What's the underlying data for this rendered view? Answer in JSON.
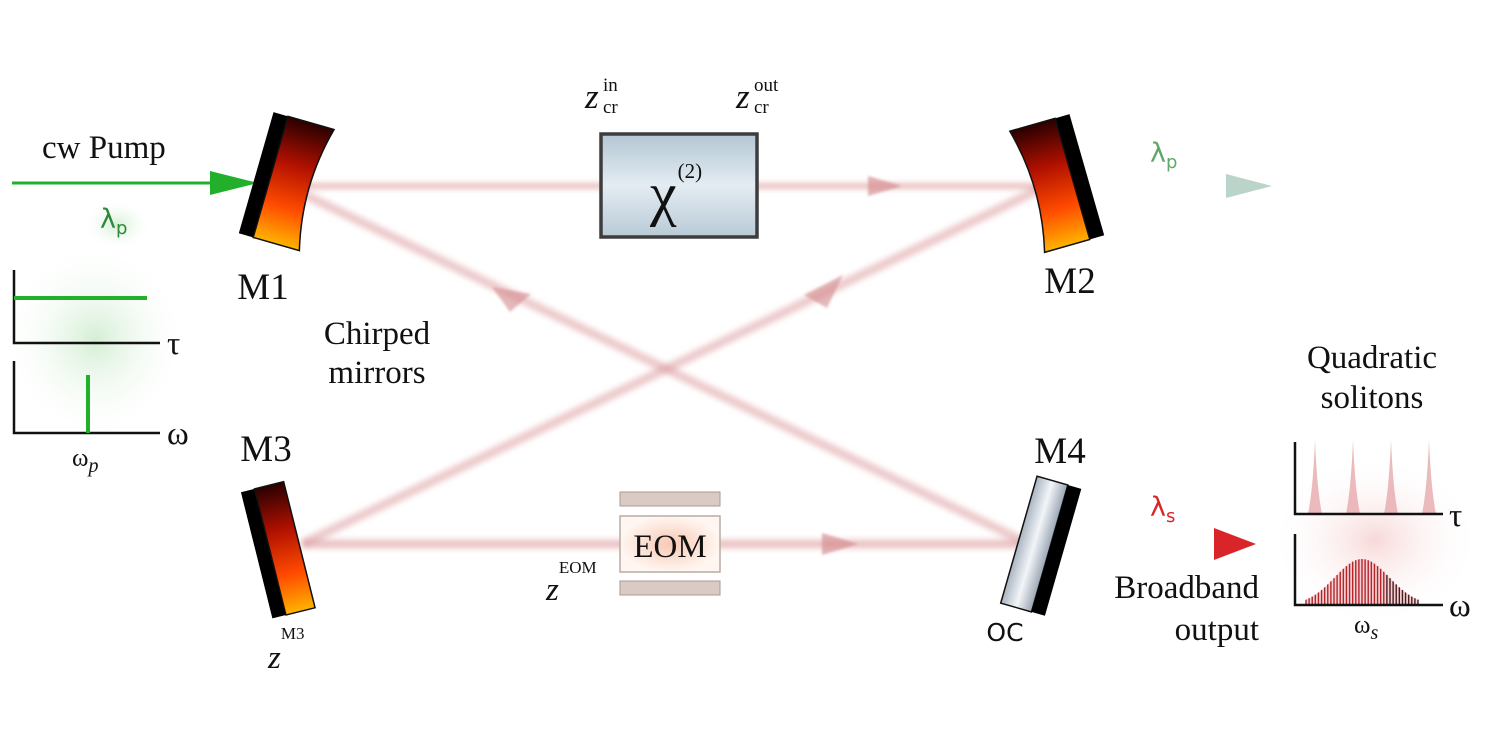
{
  "pump": {
    "title": "cw Pump",
    "lambda_symbol": "λ",
    "lambda_sub": "p",
    "color": "#22b02c"
  },
  "pump_plots": {
    "time_axis_label": "τ",
    "freq_axis_label": "ω",
    "freq_tick_symbol": "ω",
    "freq_tick_sub": "p"
  },
  "mirrors": {
    "m1": "M1",
    "m2": "M2",
    "m3": "M3",
    "m4": "M4",
    "oc": "OC",
    "chirped_line1": "Chirped",
    "chirped_line2": "mirrors"
  },
  "crystal": {
    "chi_symbol": "χ",
    "chi_order": "(2)",
    "z_symbol": "z",
    "z_in_sup": "in",
    "z_in_sub": "cr",
    "z_out_sup": "out",
    "z_out_sub": "cr"
  },
  "eom": {
    "label": "EOM",
    "z_symbol": "z",
    "z_sup": "EOM"
  },
  "m3_position": {
    "z_symbol": "z",
    "z_sup": "M3"
  },
  "pump_out": {
    "lambda_symbol": "λ",
    "lambda_sub": "p",
    "color": "#9dbfb0"
  },
  "signal_out": {
    "lambda_symbol": "λ",
    "lambda_sub": "s",
    "color": "#d9252a",
    "label_line1": "Broadband",
    "label_line2": "output"
  },
  "solitons": {
    "title_line1": "Quadratic",
    "title_line2": "solitons",
    "time_axis_label": "τ",
    "freq_axis_label": "ω",
    "freq_tick_symbol": "ω",
    "freq_tick_sub": "s",
    "pulse_count": 4,
    "comb_lines": 37
  }
}
